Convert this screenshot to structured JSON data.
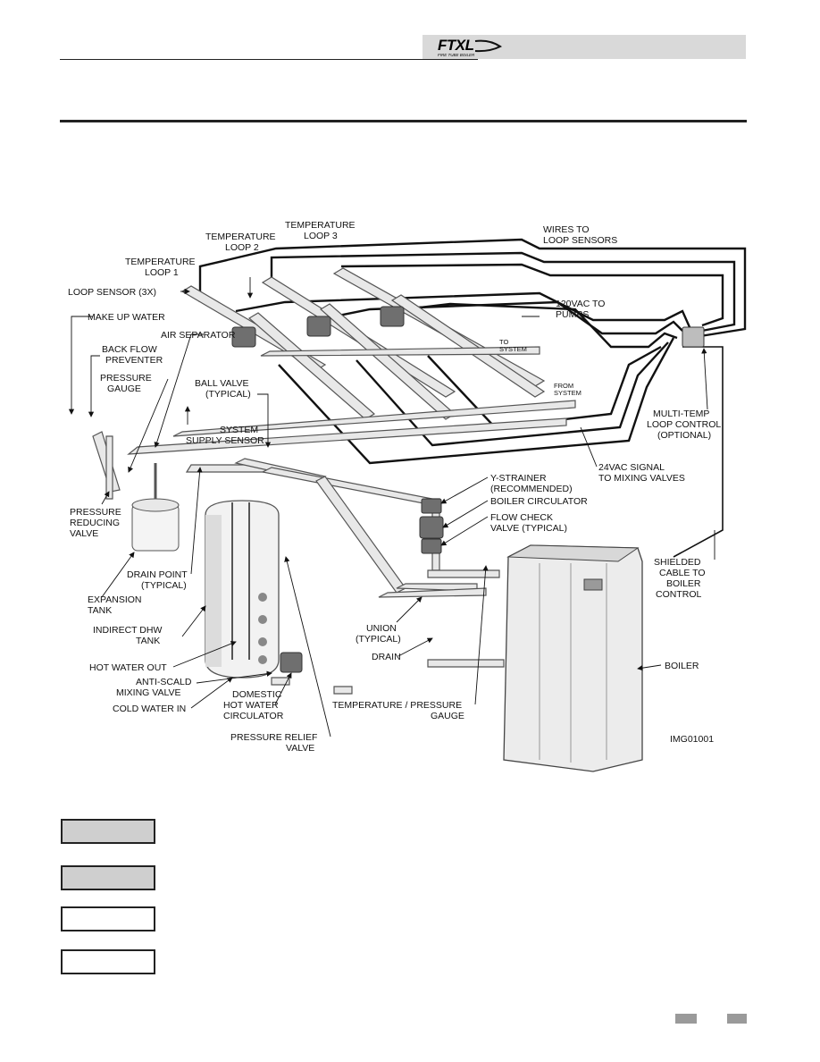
{
  "header": {
    "logo_text": "FTXL",
    "logo_subtext": "FIRE TUBE BOILER"
  },
  "diagram": {
    "image_id": "IMG01001",
    "labels": {
      "temp_loop3": [
        "TEMPERATURE",
        "LOOP 3"
      ],
      "temp_loop2": [
        "TEMPERATURE",
        "LOOP 2"
      ],
      "temp_loop1": [
        "TEMPERATURE",
        "LOOP 1"
      ],
      "wires_to_loop_sensors": [
        "WIRES TO",
        "LOOP SENSORS"
      ],
      "loop_sensor": "LOOP SENSOR (3X)",
      "make_up_water": "MAKE UP WATER",
      "air_separator": "AIR SEPARATOR",
      "back_flow_preventer": [
        "BACK FLOW",
        "PREVENTER"
      ],
      "vac120": [
        "120VAC TO",
        "PUMPS"
      ],
      "to_system": [
        "TO",
        "SYSTEM"
      ],
      "from_system": [
        "FROM",
        "SYSTEM"
      ],
      "pressure_gauge": [
        "PRESSURE",
        "GAUGE"
      ],
      "ball_valve": [
        "BALL VALVE",
        "(TYPICAL)"
      ],
      "system_supply_sensor": [
        "SYSTEM",
        "SUPPLY SENSOR"
      ],
      "multi_temp": [
        "MULTI-TEMP",
        "LOOP CONTROL",
        "(OPTIONAL)"
      ],
      "vac24": [
        "24VAC SIGNAL",
        "TO MIXING VALVES"
      ],
      "y_strainer": [
        "Y-STRAINER",
        "(RECOMMENDED)"
      ],
      "boiler_circulator": "BOILER CIRCULATOR",
      "flow_check": [
        "FLOW CHECK",
        "VALVE (TYPICAL)"
      ],
      "pressure_reducing": [
        "PRESSURE",
        "REDUCING",
        "VALVE"
      ],
      "drain_point": [
        "DRAIN POINT",
        "(TYPICAL)"
      ],
      "shielded_cable": [
        "SHIELDED",
        "CABLE TO",
        "BOILER",
        "CONTROL"
      ],
      "expansion_tank": [
        "EXPANSION",
        "TANK"
      ],
      "indirect_dhw": [
        "INDIRECT DHW",
        "TANK"
      ],
      "union": [
        "UNION",
        "(TYPICAL)"
      ],
      "drain": "DRAIN",
      "boiler": "BOILER",
      "hot_water_out": "HOT WATER OUT",
      "anti_scald": [
        "ANTI-SCALD",
        "MIXING VALVE"
      ],
      "cold_water_in": "COLD WATER IN",
      "domestic_circ": [
        "DOMESTIC",
        "HOT WATER",
        "CIRCULATOR"
      ],
      "temp_pressure_gauge": [
        "TEMPERATURE / PRESSURE",
        "GAUGE"
      ],
      "pressure_relief": [
        "PRESSURE RELIEF",
        "VALVE"
      ]
    }
  },
  "legend_boxes": [
    {
      "label": "",
      "style": "gray"
    },
    {
      "label": "",
      "style": "gray"
    },
    {
      "label": "",
      "style": "white"
    },
    {
      "label": "",
      "style": "white"
    }
  ],
  "colors": {
    "header_bar": "#d9d9d9",
    "legend_gray": "#cfcfcf",
    "pipe_fill": "#e8e8e8",
    "pipe_stroke": "#555555"
  }
}
